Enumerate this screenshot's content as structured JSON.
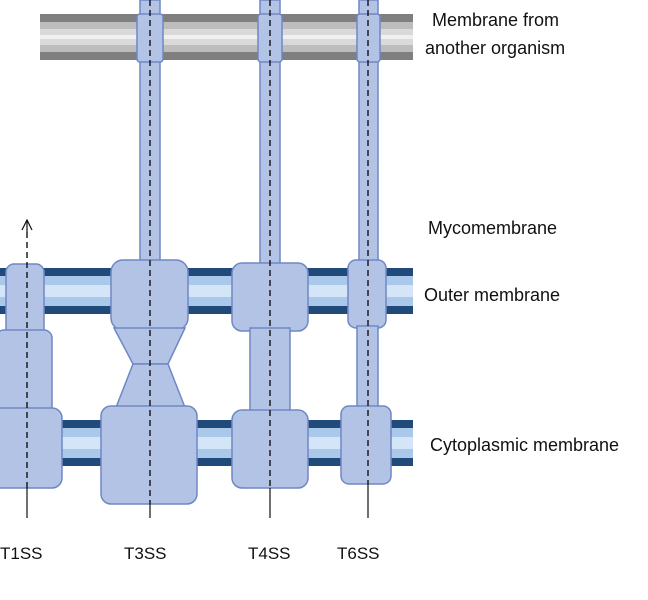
{
  "labels": {
    "foreign_membrane_line1": "Membrane from",
    "foreign_membrane_line2": "another organism",
    "mycomembrane": "Mycomembrane",
    "outer_membrane": "Outer membrane",
    "cytoplasmic_membrane": "Cytoplasmic membrane"
  },
  "systems": {
    "t1ss": "T1SS",
    "t3ss": "T3SS",
    "t4ss": "T4SS",
    "t6ss": "T6SS"
  },
  "colors": {
    "component_fill": "#b3c3e6",
    "component_stroke": "#6f87c3",
    "membrane_dark": "#1f4a7a",
    "membrane_light": "#a9c8ea",
    "foreign_membrane_dark": "#7f7f7f",
    "foreign_membrane_light": "#c8c8c8"
  }
}
